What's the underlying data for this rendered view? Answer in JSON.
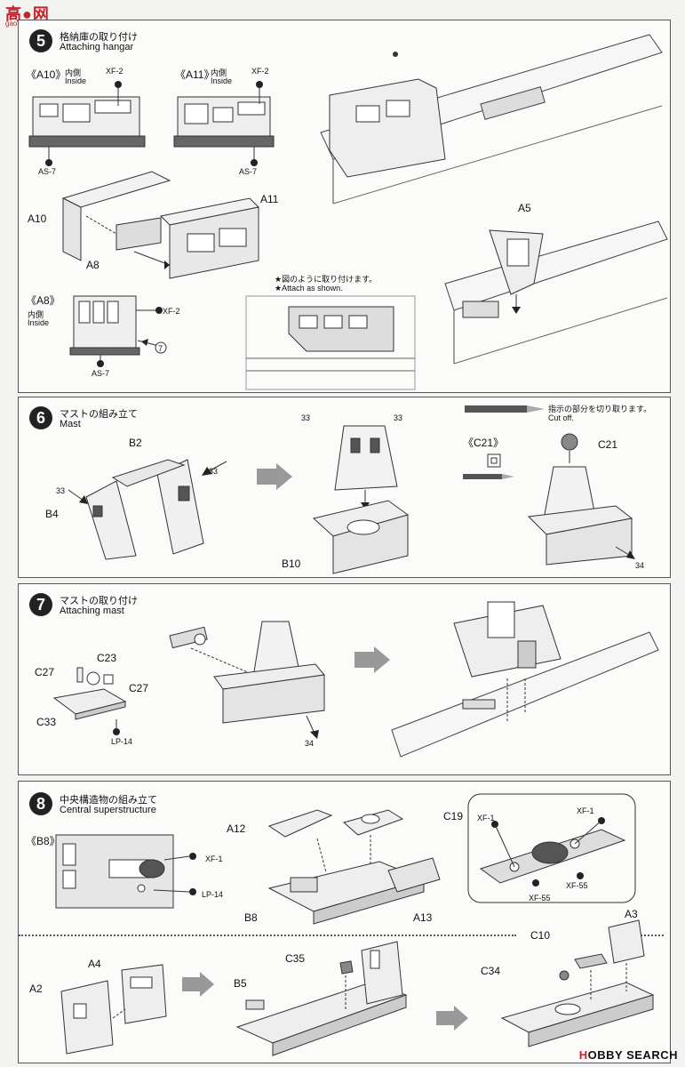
{
  "site_logo": {
    "mark": "高●网",
    "url": "gao-shou.com"
  },
  "steps": [
    {
      "number": "5",
      "title_jp": "格納庫の取り付け",
      "title_en": "Attaching hangar",
      "labels": {
        "a10_callout": "《A10》",
        "a10_inside_jp": "内側",
        "a10_inside_en": "Inside",
        "a10_xf": "XF-2",
        "a10_as": "AS-7",
        "a11_callout": "《A11》",
        "a11_inside_jp": "内側",
        "a11_inside_en": "Inside",
        "a11_xf": "XF-2",
        "a11_as": "AS-7",
        "part_a10": "A10",
        "part_a11": "A11",
        "part_a8": "A8",
        "a8_callout": "《A8》",
        "a8_inside_jp": "内側",
        "a8_inside_en": "Inside",
        "a8_xf": "XF-2",
        "a8_as": "AS-7",
        "a8_ref": "7",
        "attach_jp": "★図のように取り付けます。",
        "attach_en": "★Attach as shown.",
        "part_a5": "A5"
      }
    },
    {
      "number": "6",
      "title_jp": "マストの組み立て",
      "title_en": "Mast",
      "labels": {
        "part_b2": "B2",
        "part_b4": "B4",
        "part_b10": "B10",
        "cement_33a": "33",
        "cement_33b": "33",
        "cement_33c": "33",
        "cement_33d": "33",
        "cut_jp": "指示の部分を切り取ります。",
        "cut_en": "Cut off.",
        "c21_callout": "《C21》",
        "part_c21": "C21",
        "cement_34": "34"
      }
    },
    {
      "number": "7",
      "title_jp": "マストの取り付け",
      "title_en": "Attaching mast",
      "labels": {
        "part_c23": "C23",
        "part_c27a": "C27",
        "part_c27b": "C27",
        "part_c33": "C33",
        "paint_lp14": "LP-14",
        "cement_34": "34"
      }
    },
    {
      "number": "8",
      "title_jp": "中央構造物の組み立て",
      "title_en": "Central superstructure",
      "labels": {
        "b8_callout": "《B8》",
        "b8_xf1": "XF-1",
        "b8_lp14": "LP-14",
        "part_a12": "A12",
        "part_c19": "C19",
        "part_b8": "B8",
        "part_a13": "A13",
        "detail_xf1a": "XF-1",
        "detail_xf1b": "XF-1",
        "detail_xf55a": "XF-55",
        "detail_xf55b": "XF-55",
        "part_a4": "A4",
        "part_a2": "A2",
        "part_c35": "C35",
        "part_b5": "B5",
        "part_c10": "C10",
        "part_a3": "A3",
        "part_c34": "C34"
      }
    }
  ],
  "watermark": {
    "prefix": "H",
    "text": "OBBY SEARCH"
  }
}
